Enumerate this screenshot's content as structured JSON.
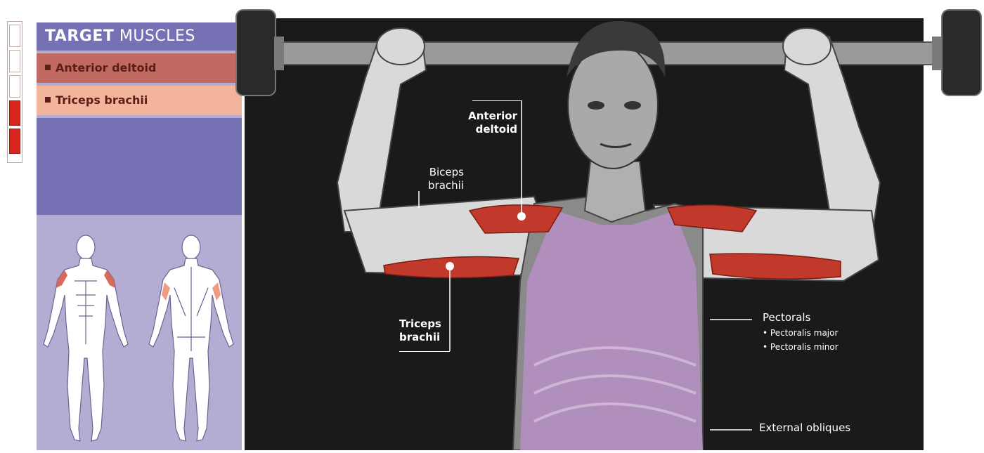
{
  "sidebar": {
    "title_bold": "TARGET",
    "title_rest": "MUSCLES",
    "items": [
      {
        "label": "Anterior deltoid",
        "color": "#c06a62"
      },
      {
        "label": "Triceps brachii",
        "color": "#f2b49b"
      }
    ]
  },
  "labels": {
    "anterior_deltoid": [
      "Anterior",
      "deltoid"
    ],
    "biceps_brachii": [
      "Biceps",
      "brachii"
    ],
    "triceps_brachii": [
      "Triceps",
      "brachii"
    ],
    "pectorals": "Pectorals",
    "pectoralis_major": "• Pectoralis major",
    "pectoralis_minor": "• Pectoralis minor",
    "external_obliques": "External obliques"
  },
  "colors": {
    "primary_muscle": "#c0392b",
    "secondary_muscle": "#f2b49b",
    "panel": "#7571b4",
    "background": "#1b1a1a"
  }
}
